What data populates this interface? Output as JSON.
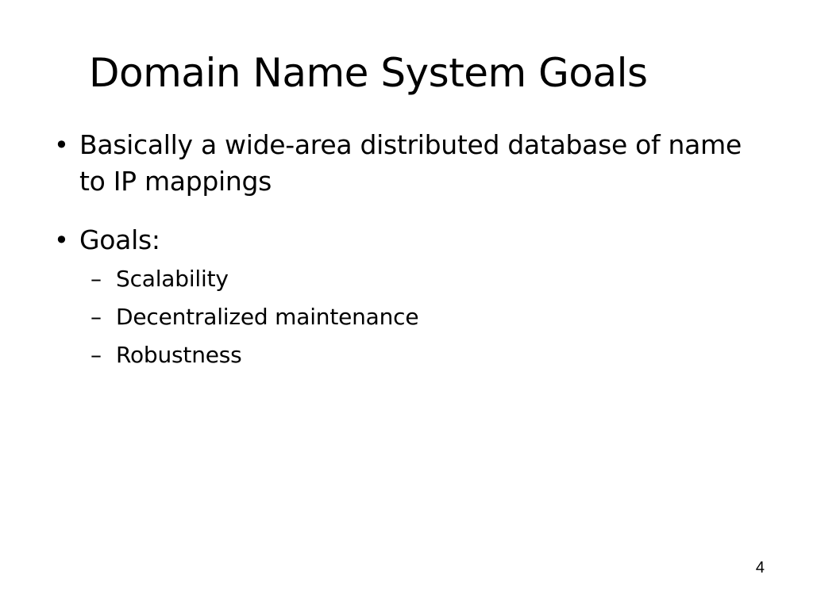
{
  "slide": {
    "title": "Domain Name System Goals",
    "page_number": "4",
    "bullets": [
      {
        "marker": "•",
        "text": "Basically a wide-area distributed database of name to IP mappings"
      },
      {
        "marker": "•",
        "text": "Goals:",
        "sub_items": [
          {
            "marker": "–",
            "text": "Scalability"
          },
          {
            "marker": "–",
            "text": "Decentralized maintenance"
          },
          {
            "marker": "–",
            "text": "Robustness"
          }
        ]
      }
    ]
  }
}
